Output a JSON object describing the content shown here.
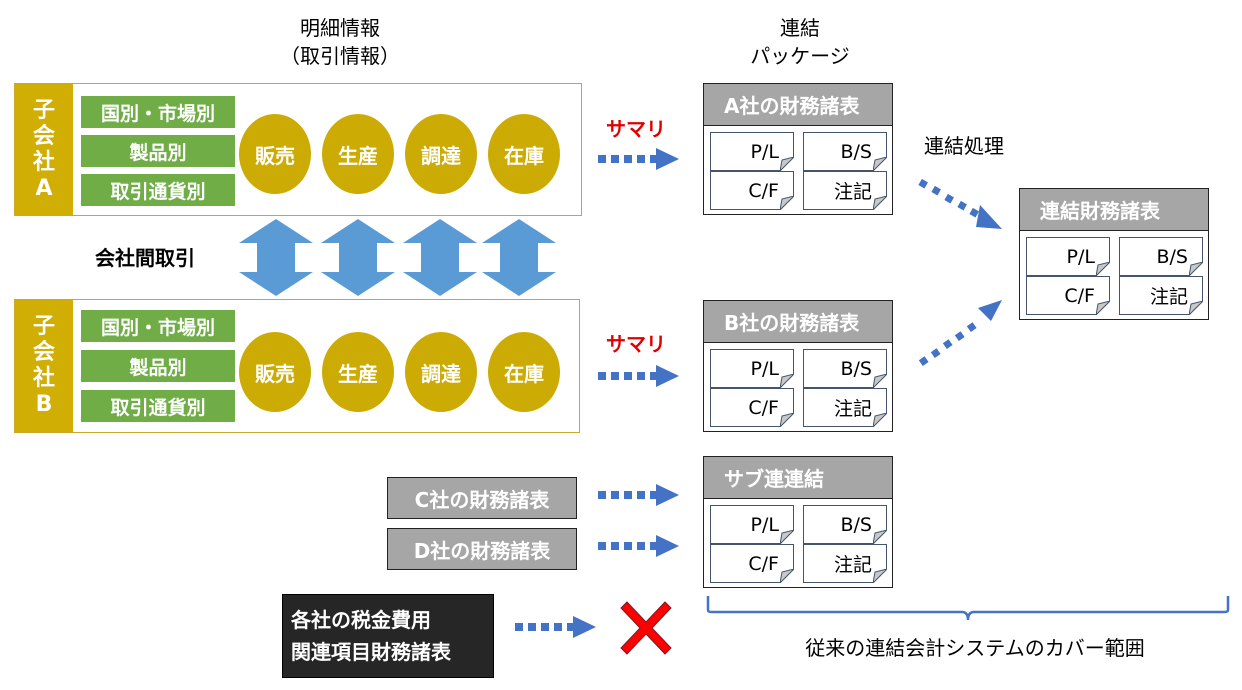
{
  "headings": {
    "detail_line1": "明細情報",
    "detail_line2": "（取引情報）",
    "package_line1": "連結",
    "package_line2": "パッケージ",
    "consolidation_process": "連結処理",
    "intercompany": "会社間取引"
  },
  "subsidiaries": [
    {
      "label_chars": [
        "子",
        "会",
        "社",
        "A"
      ],
      "categories": [
        "国別・市場別",
        "製品別",
        "取引通貨別"
      ],
      "processes": [
        "販売",
        "生産",
        "調達",
        "在庫"
      ]
    },
    {
      "label_chars": [
        "子",
        "会",
        "社",
        "B"
      ],
      "categories": [
        "国別・市場別",
        "製品別",
        "取引通貨別"
      ],
      "processes": [
        "販売",
        "生産",
        "調達",
        "在庫"
      ]
    }
  ],
  "summary_label": "サマリ",
  "statements": [
    "P/L",
    "B/S",
    "C/F",
    "注記"
  ],
  "packages": [
    {
      "title": "A社の財務諸表"
    },
    {
      "title": "B社の財務諸表"
    },
    {
      "title": "サブ連連結"
    }
  ],
  "consolidated": {
    "title": "連結財務諸表"
  },
  "other_companies": [
    "C社の財務諸表",
    "D社の財務諸表"
  ],
  "tax_box": {
    "line1": "各社の税金費用",
    "line2": "関連項目財務諸表"
  },
  "coverage_label": "従来の連結会計システムのカバー範囲",
  "colors": {
    "gold": "#ccab05",
    "green": "#70ad47",
    "arrow_blue": "#4472c4",
    "double_arrow_blue": "#5b9bd5",
    "header_gray": "#a6a6a6",
    "red": "#ff0000",
    "tax_box": "#262626"
  }
}
